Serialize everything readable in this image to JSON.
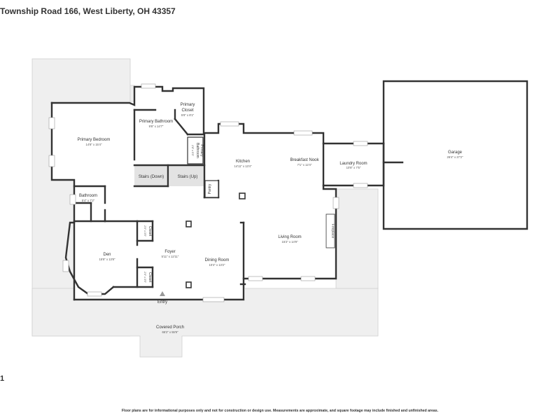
{
  "header": {
    "address": "Township Road 166, West Liberty, OH 43357"
  },
  "page_number": "1",
  "disclaimer": "Floor plans are for informational purposes only and not for construction or design use. Measurements are approximate, and square footage may include finished and unfinished areas.",
  "colors": {
    "wall": "#333333",
    "porch_fill": "#efefef",
    "room_fill": "#ffffff",
    "stair_fill": "#e3e3e3"
  },
  "rooms": {
    "primary_bedroom": {
      "name": "Primary Bedroom",
      "dims": "14'8\" x 15'4\""
    },
    "primary_bathroom": {
      "name": "Primary Bathroom",
      "dims": "9'8\" x 14'7\""
    },
    "primary_closet": {
      "name_line1": "Primary",
      "name_line2": "Closet",
      "dims": "5'8\" x 8'1\""
    },
    "primary_bathroom_small": {
      "name_line1": "Primary",
      "name_line2": "Bathroom",
      "dims": "2'8\" x 5'3\""
    },
    "stairs_down": {
      "name": "Stairs (Down)"
    },
    "stairs_up": {
      "name": "Stairs (Up)"
    },
    "pantry": {
      "name": "Pantry"
    },
    "kitchen": {
      "name": "Kitchen",
      "dims": "14'11\" x 13'4\""
    },
    "breakfast_nook": {
      "name": "Breakfast Nook",
      "dims": "7'1\" x 12'4\""
    },
    "laundry_room": {
      "name": "Laundry Room",
      "dims": "10'8\" x 7'5\""
    },
    "garage": {
      "name": "Garage",
      "dims": "26'4\" x 27'2\""
    },
    "bathroom": {
      "name": "Bathroom",
      "dims": "5'4\" x 7'2\""
    },
    "closet_upper": {
      "name": "Closet",
      "dims": "2'0\" x 3'5\""
    },
    "closet_lower": {
      "name": "Closet",
      "dims": "2'0\" x 3'5\""
    },
    "den": {
      "name": "Den",
      "dims": "15'8\" x 13'8\""
    },
    "foyer": {
      "name": "Foyer",
      "dims": "5'11\" x 12'11\""
    },
    "dining_room": {
      "name": "Dining Room",
      "dims": "10'4\" x 13'2\""
    },
    "living_room": {
      "name": "Living Room",
      "dims": "15'2\" x 14'9\""
    },
    "fireplace": {
      "name": "Fireplace"
    },
    "entry": {
      "name": "Entry"
    },
    "covered_porch": {
      "name": "Covered Porch",
      "dims": "65'2\" x 55'9\""
    }
  }
}
